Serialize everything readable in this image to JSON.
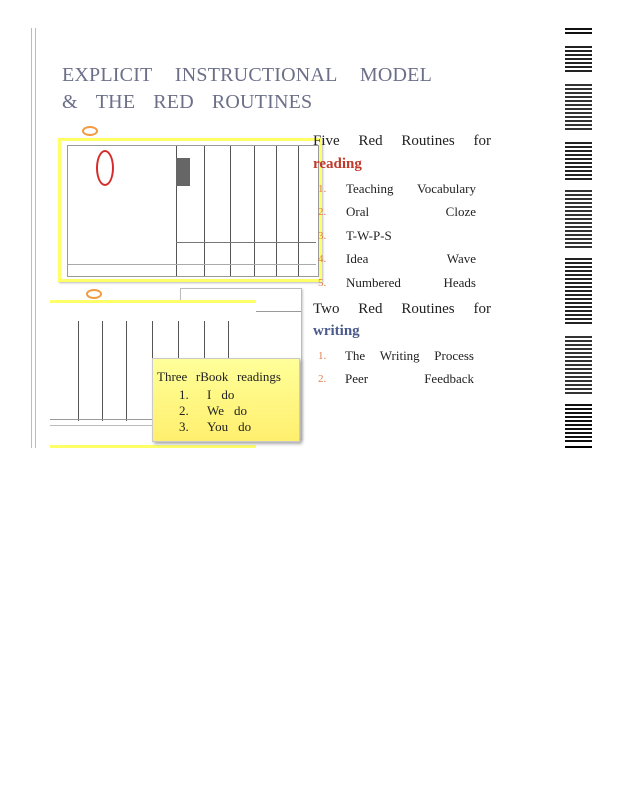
{
  "title": {
    "line1": [
      "EXPLICIT",
      "INSTRUCTIONAL",
      "MODEL"
    ],
    "line2": [
      "&",
      "THE",
      "RED",
      "ROUTINES"
    ]
  },
  "reading": {
    "heading": [
      "Five",
      "Red",
      "Routines",
      "for"
    ],
    "subject": "reading",
    "items": [
      {
        "num": "1.",
        "words": [
          "Teaching",
          "Vocabulary"
        ]
      },
      {
        "num": "2.",
        "words": [
          "Oral",
          "Cloze"
        ]
      },
      {
        "num": "3.",
        "words": [
          "T-W-P-S"
        ]
      },
      {
        "num": "4.",
        "words": [
          "Idea",
          "Wave"
        ]
      },
      {
        "num": "5.",
        "words": [
          "Numbered",
          "Heads"
        ]
      }
    ]
  },
  "writing": {
    "heading": [
      "Two",
      "Red",
      "Routines",
      "for"
    ],
    "subject": "writing",
    "items": [
      {
        "num": "1.",
        "words": [
          "The",
          "Writing",
          "Process"
        ]
      },
      {
        "num": "2.",
        "words": [
          "Peer",
          "Feedback"
        ]
      }
    ]
  },
  "callout": {
    "heading": [
      "Three",
      "rBook",
      "readings"
    ],
    "items": [
      {
        "num": "1.",
        "words": [
          "I",
          "do"
        ]
      },
      {
        "num": "2.",
        "words": [
          "We",
          "do"
        ]
      },
      {
        "num": "3.",
        "words": [
          "You",
          "do"
        ]
      }
    ]
  },
  "colors": {
    "accent_red": "#c0392b",
    "accent_blue": "#4a5a8a",
    "callout_yellow": "#ffff99",
    "number_orange": "#e07b4a"
  }
}
